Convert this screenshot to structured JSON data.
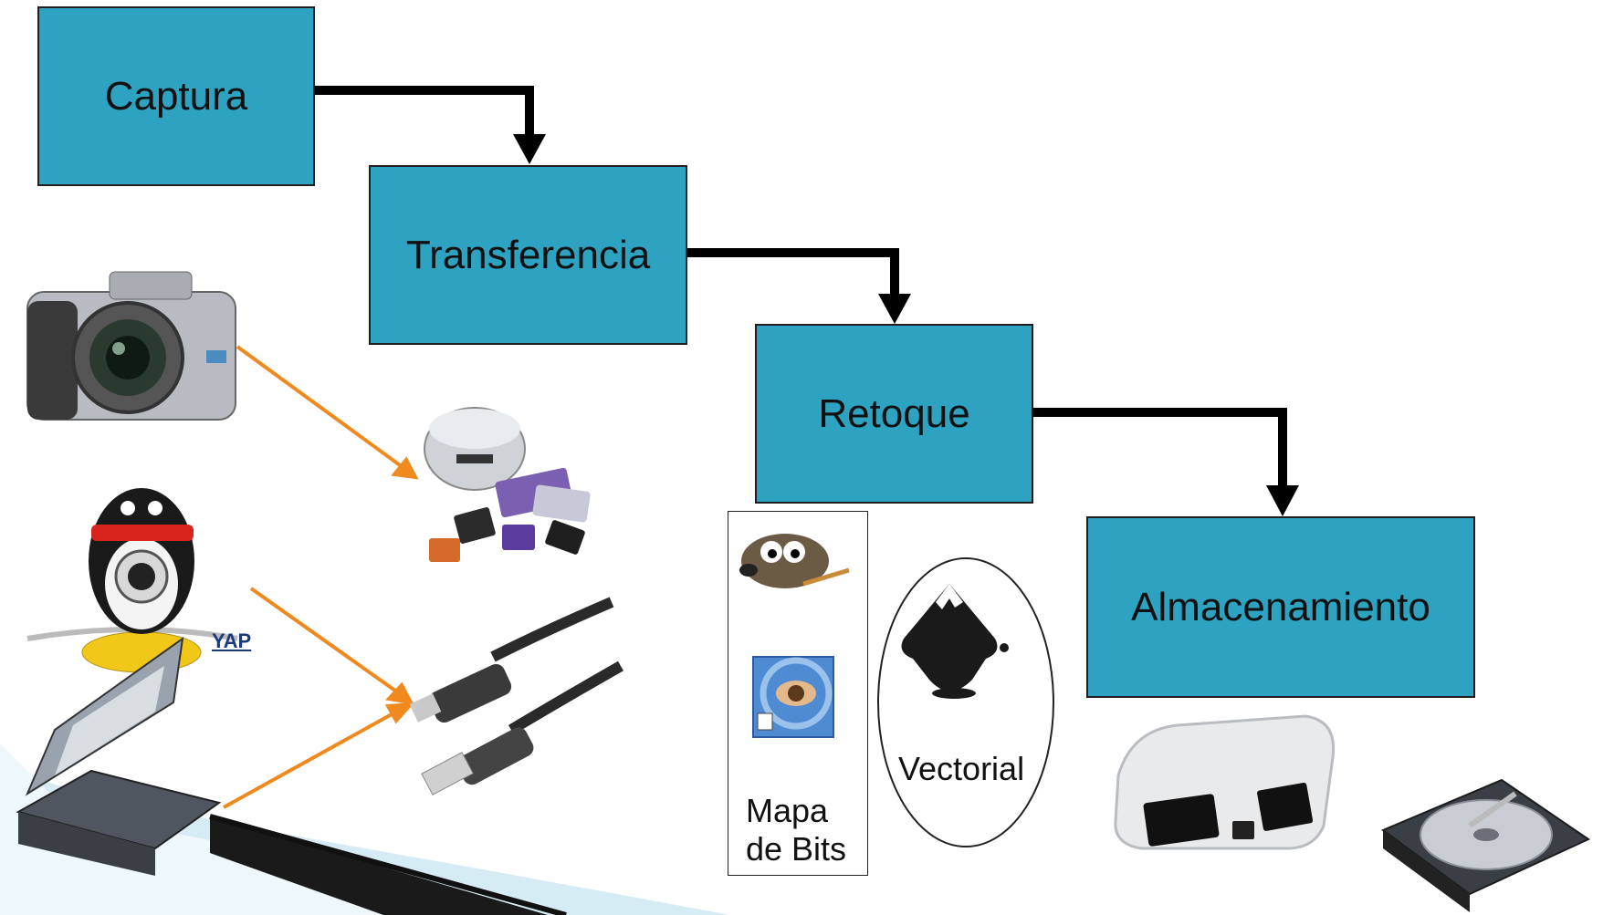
{
  "diagram": {
    "steps": [
      {
        "key": "captura",
        "label": "Captura"
      },
      {
        "key": "transferencia",
        "label": "Transferencia"
      },
      {
        "key": "retoque",
        "label": "Retoque"
      },
      {
        "key": "almacenamiento",
        "label": "Almacenamiento"
      }
    ],
    "retoque_groups": {
      "bitmap_label": "Mapa de Bits",
      "vector_label": "Vectorial"
    },
    "webcam_brand": "YAP"
  },
  "colors": {
    "box_fill": "#2ea3c1",
    "box_border": "#1f1f1f",
    "flow_arrow": "#000000",
    "device_arrow": "#f08a1e"
  },
  "icons": [
    "digital-camera-icon",
    "webcam-icon",
    "scanner-icon",
    "card-reader-icon",
    "usb-cable-icon",
    "gimp-icon",
    "photoshop-icon",
    "inkscape-icon",
    "micro-sd-card-icon",
    "hard-drive-icon"
  ]
}
